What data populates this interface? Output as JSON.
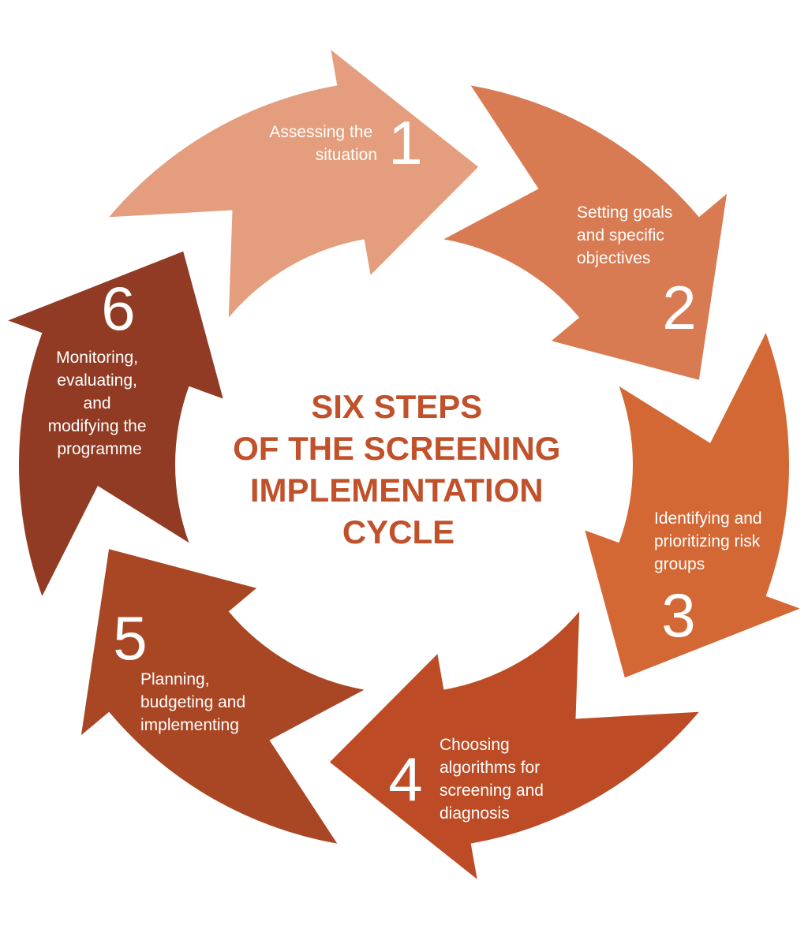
{
  "title": {
    "lines": [
      "SIX STEPS",
      "OF THE SCREENING",
      "IMPLEMENTATION",
      "CYCLE"
    ]
  },
  "steps": [
    {
      "number": "1",
      "label_lines": [
        "Assessing the",
        "situation"
      ],
      "color": "#e49e7d"
    },
    {
      "number": "2",
      "label_lines": [
        "Setting goals",
        "and specific",
        "objectives"
      ],
      "color": "#d97b52"
    },
    {
      "number": "3",
      "label_lines": [
        "Identifying and",
        "prioritizing risk",
        "groups"
      ],
      "color": "#d36835"
    },
    {
      "number": "4",
      "label_lines": [
        "Choosing",
        "algorithms for",
        "screening and",
        "diagnosis"
      ],
      "color": "#bd4c26"
    },
    {
      "number": "5",
      "label_lines": [
        "Planning,",
        "budgeting and",
        "implementing"
      ],
      "color": "#a94725"
    },
    {
      "number": "6",
      "label_lines": [
        "Monitoring,",
        "evaluating,",
        "and",
        "modifying the",
        "programme"
      ],
      "color": "#923b24"
    }
  ]
}
